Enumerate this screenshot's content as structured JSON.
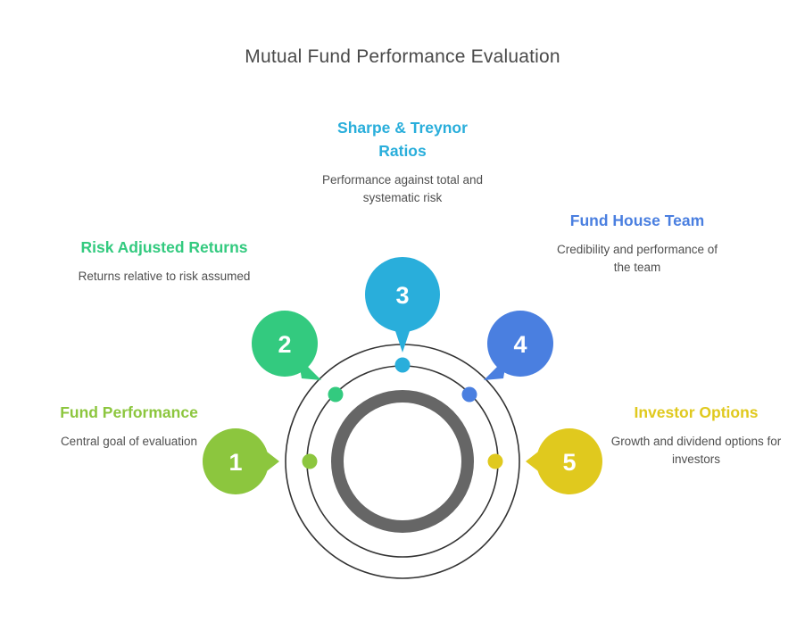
{
  "title": "Mutual Fund Performance Evaluation",
  "colors": {
    "title_text": "#4a4a4a",
    "body_text": "#4f4f4f",
    "ring_gray": "#666666",
    "ring_outline": "#333333",
    "step1": "#8cc63e",
    "step2": "#33ca7f",
    "step3": "#29aedb",
    "step4": "#4a7fe0",
    "step5": "#e0c91e"
  },
  "chart_data": {
    "type": "diagram",
    "layout": "concentric-ring-radial",
    "title": "Mutual Fund Performance Evaluation",
    "center": [
      451,
      517
    ],
    "rings": [
      {
        "name": "inner-thick-ring",
        "radius": 73,
        "stroke_width": 14,
        "color": "#666666"
      },
      {
        "name": "middle-outline-circle",
        "radius": 107,
        "stroke_width": 1.6,
        "color": "#333333"
      },
      {
        "name": "outer-outline-circle",
        "radius": 131,
        "stroke_width": 1.6,
        "color": "#333333"
      }
    ],
    "steps": [
      {
        "number": "1",
        "heading": "Fund Performance",
        "description": "Central goal of evaluation",
        "color": "#8cc63e",
        "angle_deg": 180,
        "dot": [
          347,
          517
        ],
        "bubble_center": [
          264,
          517
        ],
        "bubble_radius": 37,
        "tail_direction": "right"
      },
      {
        "number": "2",
        "heading": "Risk Adjusted Returns",
        "description": "Returns relative to risk assumed",
        "color": "#33ca7f",
        "angle_deg": 135,
        "dot": [
          376,
          442
        ],
        "bubble_center": [
          319,
          385
        ],
        "bubble_radius": 37,
        "tail_direction": "down-right"
      },
      {
        "number": "3",
        "heading": "Sharpe & Treynor Ratios",
        "description": "Performance against total and systematic risk",
        "color": "#29aedb",
        "angle_deg": 90,
        "dot": [
          451,
          409
        ],
        "bubble_center": [
          451,
          330
        ],
        "bubble_radius": 42,
        "tail_direction": "down"
      },
      {
        "number": "4",
        "heading": "Fund House Team",
        "description": "Credibility and performance of the team",
        "color": "#4a7fe0",
        "angle_deg": 45,
        "dot": [
          526,
          442
        ],
        "bubble_center": [
          583,
          385
        ],
        "bubble_radius": 37,
        "tail_direction": "down-left"
      },
      {
        "number": "5",
        "heading": "Investor Options",
        "description": "Growth and dividend options for investors",
        "color": "#e0c91e",
        "angle_deg": 0,
        "dot": [
          555,
          517
        ],
        "bubble_center": [
          638,
          517
        ],
        "bubble_radius": 37,
        "tail_direction": "left"
      }
    ]
  }
}
